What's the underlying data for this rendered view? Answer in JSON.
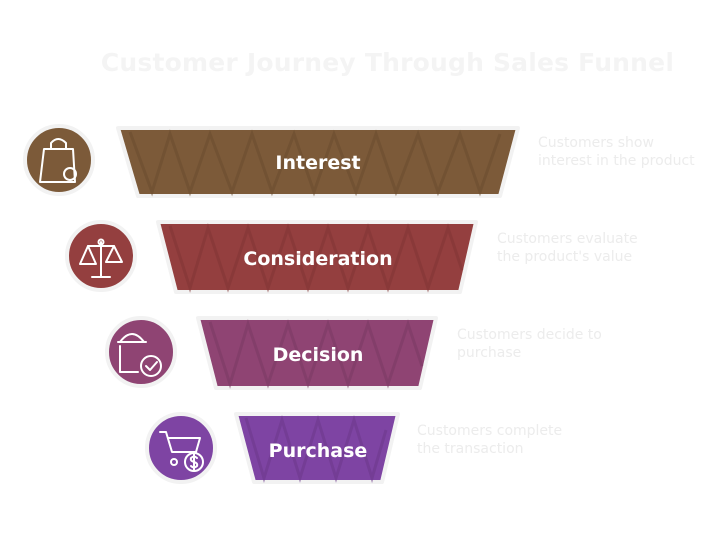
{
  "title": "Customer Journey Through Sales Funnel",
  "stages": [
    {
      "label": "Interest",
      "description_line1": "Customers show",
      "description_line2": "interest in the product",
      "color": "#7c5a39",
      "icon": "shopping-bag-icon"
    },
    {
      "label": "Consideration",
      "description_line1": "Customers evaluate",
      "description_line2": "the product's value",
      "color": "#943f3f",
      "icon": "balance-scale-icon"
    },
    {
      "label": "Decision",
      "description_line1": "Customers decide to",
      "description_line2": "purchase",
      "color": "#8f4473",
      "icon": "bag-check-icon"
    },
    {
      "label": "Purchase",
      "description_line1": "Customers complete",
      "description_line2": "the transaction",
      "color": "#7e44a3",
      "icon": "cart-dollar-icon"
    }
  ]
}
